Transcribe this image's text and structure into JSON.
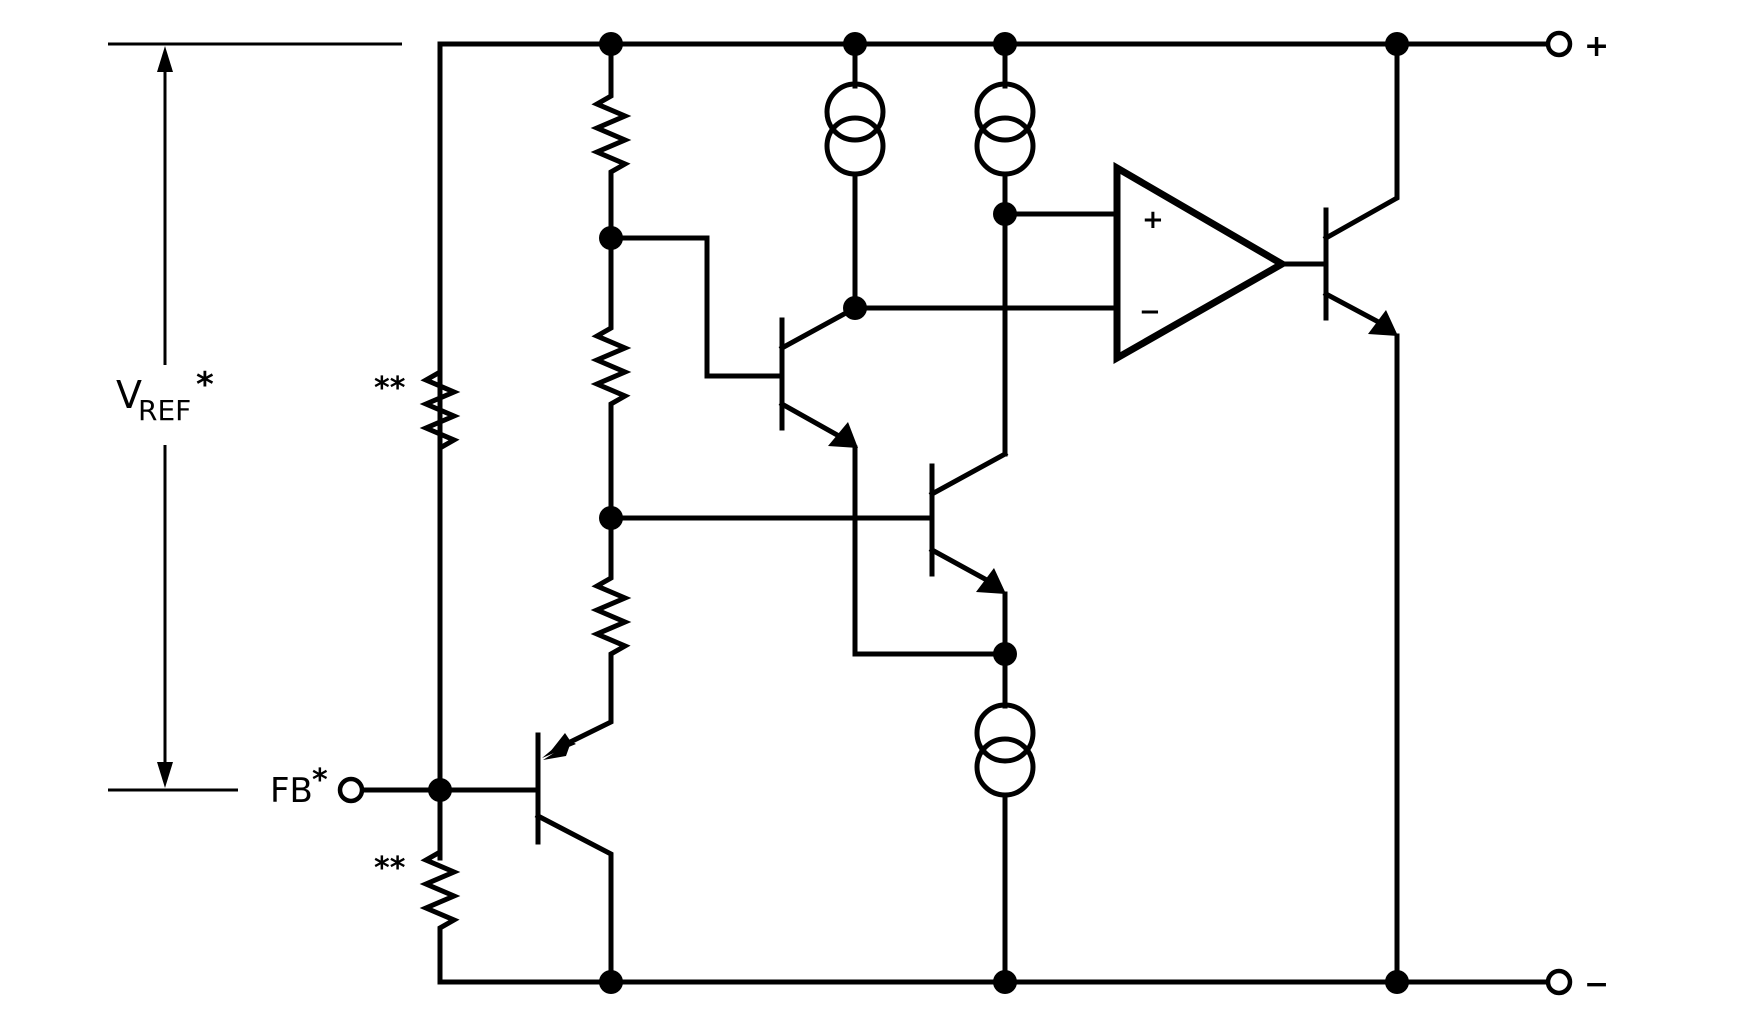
{
  "labels": {
    "vref_main": "V",
    "vref_sub": "REF",
    "vref_star": "*",
    "fb_main": "FB",
    "fb_star": "*",
    "resistor_note_top": "**",
    "resistor_note_bottom": "**",
    "opamp_plus": "+",
    "opamp_minus": "−",
    "terminal_plus": "+",
    "terminal_minus": "−"
  }
}
